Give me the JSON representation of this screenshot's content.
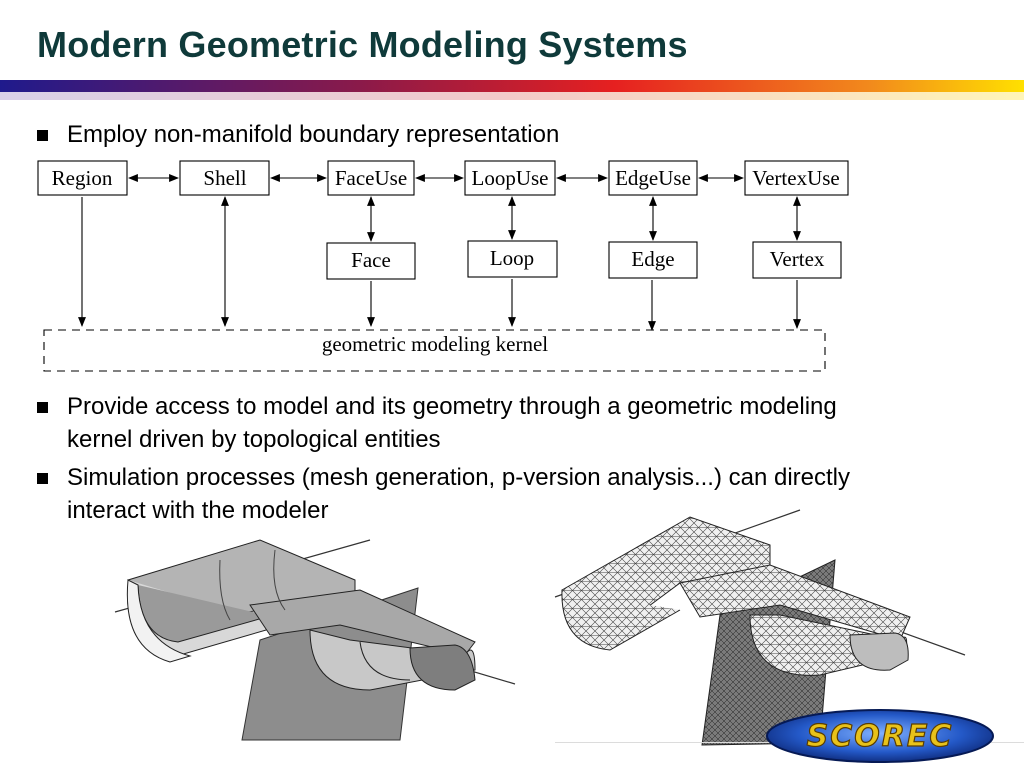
{
  "slide": {
    "title": "Modern Geometric Modeling Systems"
  },
  "bullets": [
    "Employ non-manifold boundary representation",
    "Provide access to model and its geometry through a geometric modeling kernel driven by topological entities",
    "Simulation processes (mesh generation, p-version analysis...) can directly interact with the modeler"
  ],
  "diagram": {
    "top_row": [
      "Region",
      "Shell",
      "FaceUse",
      "LoopUse",
      "EdgeUse",
      "VertexUse"
    ],
    "bottom_row": [
      "Face",
      "Loop",
      "Edge",
      "Vertex"
    ],
    "kernel_label": "geometric modeling kernel"
  },
  "logo": {
    "text": "SCOREC"
  },
  "colors": {
    "title": "#0f3a3a",
    "accent_gradient": [
      "#1f1a8c",
      "#8a1a4a",
      "#e62020",
      "#f28a1c",
      "#ffe000"
    ]
  }
}
